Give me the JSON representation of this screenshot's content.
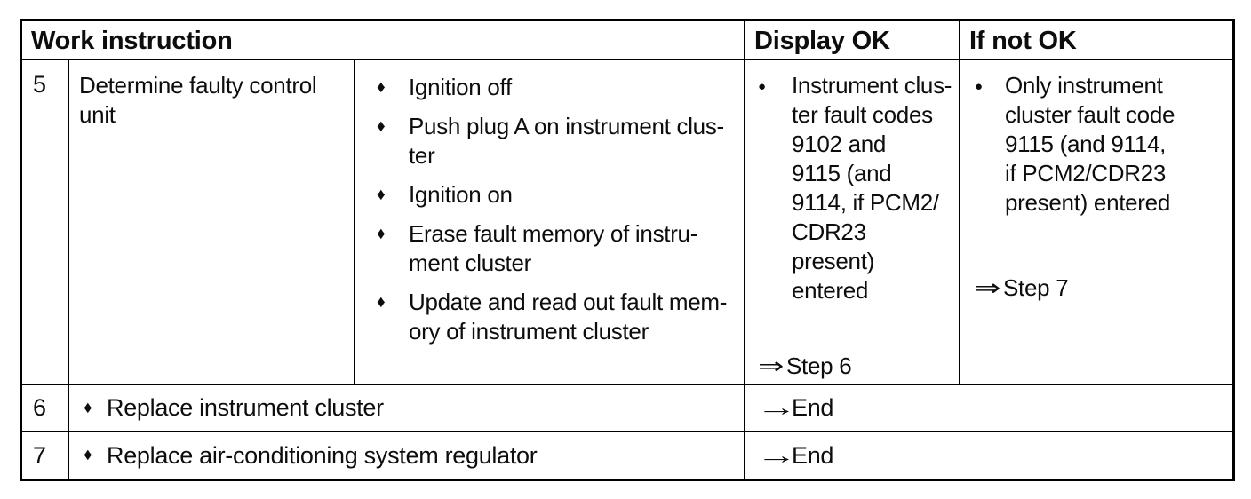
{
  "header": {
    "work_instruction": "Work instruction",
    "display_ok": "Display OK",
    "if_not_ok": "If not OK"
  },
  "icons": {
    "diamond_bullet": "♦",
    "round_bullet": "●",
    "double_arrow": "⇒",
    "right_arrow": "→"
  },
  "rows": {
    "step5": {
      "number": "5",
      "description": "Determine faulty control\nunit",
      "actions": [
        "Ignition off",
        "Push plug A on instrument clus-\nter",
        "Ignition on",
        "Erase fault memory of instru-\nment cluster",
        "Update and read out fault mem-\nory of instrument cluster"
      ],
      "display_ok": {
        "text": "Instrument clus-\nter fault codes\n9102 and\n9115 (and\n9114, if PCM2/\nCDR23\npresent)\nentered",
        "goto": "Step 6"
      },
      "if_not_ok": {
        "text": "Only instrument\ncluster fault code\n9115 (and 9114,\nif PCM2/CDR23\npresent) entered",
        "goto": "Step 7"
      }
    },
    "step6": {
      "number": "6",
      "action": "Replace instrument cluster",
      "result": "End"
    },
    "step7": {
      "number": "7",
      "action": "Replace air-conditioning system regulator",
      "result": "End"
    }
  },
  "colors": {
    "ink": "#0d0d0d",
    "paper": "#ffffff",
    "border": "#000000"
  }
}
